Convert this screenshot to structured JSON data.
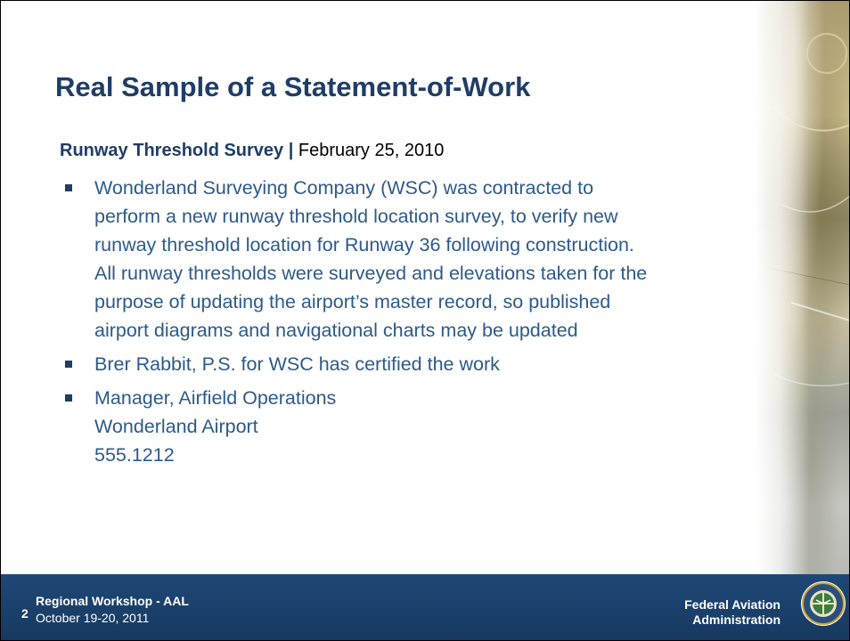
{
  "slide": {
    "title": "Real Sample of a Statement-of-Work",
    "subtitle_bold": "Runway Threshold Survey",
    "subtitle_separator": "|",
    "subtitle_date": "February 25, 2010",
    "bullets": [
      {
        "lines": [
          "Wonderland Surveying Company (WSC) was contracted to",
          "perform a new runway threshold location survey, to verify new",
          "runway threshold location for Runway 36 following construction.",
          "All runway thresholds were surveyed and elevations taken for the",
          "purpose of updating the airport’s master record, so published",
          "airport diagrams and navigational charts may be updated"
        ]
      },
      {
        "lines": [
          "Brer Rabbit, P.S.  for WSC has certified the work"
        ]
      },
      {
        "lines": [
          "Manager, Airfield Operations",
          "Wonderland Airport",
          "555.1212"
        ]
      }
    ]
  },
  "footer": {
    "page_number": "2",
    "event": "Regional Workshop - AAL",
    "date": "October 19-20, 2011",
    "agency_line1": "Federal Aviation",
    "agency_line2": "Administration",
    "seal_icon": "faa-seal-icon"
  },
  "colors": {
    "title": "#1f3d66",
    "body_text": "#2d5a8a",
    "footer_bg": "#1e4876"
  }
}
